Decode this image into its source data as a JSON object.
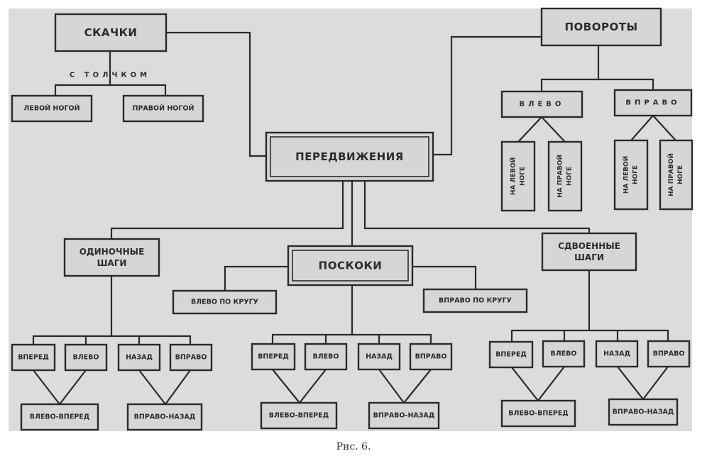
{
  "figure": {
    "caption": "Рис.  6.",
    "colors": {
      "paper": "#dcdcdc",
      "ink": "#2a2a2a",
      "box_fill": "#d6d6d6"
    }
  },
  "nodes": {
    "root": {
      "label": "ПЕРЕДВИЖЕНИЯ"
    },
    "skachki": {
      "label": "СКАЧКИ"
    },
    "s_tolchkom": {
      "label": "С ТОЛЧКОМ"
    },
    "levoy_nogoy": {
      "label": "ЛЕВОЙ НОГОЙ"
    },
    "pravoy_nogoy": {
      "label": "ПРАВОЙ НОГОЙ"
    },
    "povoroty": {
      "label": "ПОВОРОТЫ"
    },
    "pov_vlevo": {
      "label": "ВЛЕВО"
    },
    "pov_vpravo": {
      "label": "ВПРАВО"
    },
    "vlevo_na_levoy": {
      "label": [
        "НА ЛЕВОЙ",
        "НОГЕ"
      ]
    },
    "vlevo_na_pravoy": {
      "label": [
        "НА ПРАВОЙ",
        "НОГЕ"
      ]
    },
    "vpravo_na_levoy": {
      "label": [
        "НА ЛЕВОЙ",
        "НОГЕ"
      ]
    },
    "vpravo_na_pravoy": {
      "label": [
        "НА ПРАВОЙ",
        "НОГЕ"
      ]
    },
    "odinochnye": {
      "label": [
        "ОДИНОЧНЫЕ",
        "ШАГИ"
      ]
    },
    "poskoki": {
      "label": "ПОСКОКИ"
    },
    "sdvoennye": {
      "label": [
        "СДВОЕННЫЕ",
        "ШАГИ"
      ]
    },
    "vlevo_po_krugu": {
      "label": "ВЛЕВО ПО КРУГУ"
    },
    "vpravo_po_krugu": {
      "label": "ВПРАВО ПО КРУГУ"
    },
    "o_vpered": {
      "label": "ВПЕРЕД"
    },
    "o_vlevo": {
      "label": "ВЛЕВО"
    },
    "o_nazad": {
      "label": "НАЗАД"
    },
    "o_vpravo": {
      "label": "ВПРАВО"
    },
    "o_vlevo_vpered": {
      "label": "ВЛЕВО-ВПЕРЕД"
    },
    "o_vpravo_nazad": {
      "label": "ВПРАВО-НАЗАД"
    },
    "p_vpered": {
      "label": "ВПЕРЕД"
    },
    "p_vlevo": {
      "label": "ВЛЕВО"
    },
    "p_nazad": {
      "label": "НАЗАД"
    },
    "p_vpravo": {
      "label": "ВПРАВО"
    },
    "p_vlevo_vpered": {
      "label": "ВЛЕВО-ВПЕРЕД"
    },
    "p_vpravo_nazad": {
      "label": "ВПРАВО-НАЗАД"
    },
    "s_vpered": {
      "label": "ВПЕРЕД"
    },
    "s_vlevo": {
      "label": "ВЛЕВО"
    },
    "s_nazad": {
      "label": "НАЗАД"
    },
    "s_vpravo": {
      "label": "ВПРАВО"
    },
    "s_vlevo_vpered": {
      "label": "ВЛЕВО-ВПЕРЕД"
    },
    "s_vpravo_nazad": {
      "label": "ВПРАВО-НАЗАД"
    }
  },
  "edges": [
    [
      "root",
      "skachki"
    ],
    [
      "root",
      "povoroty"
    ],
    [
      "root",
      "odinochnye"
    ],
    [
      "root",
      "poskoki"
    ],
    [
      "root",
      "sdvoennye"
    ],
    [
      "skachki",
      "levoy_nogoy"
    ],
    [
      "skachki",
      "pravoy_nogoy"
    ],
    [
      "povoroty",
      "pov_vlevo"
    ],
    [
      "povoroty",
      "pov_vpravo"
    ],
    [
      "pov_vlevo",
      "vlevo_na_levoy"
    ],
    [
      "pov_vlevo",
      "vlevo_na_pravoy"
    ],
    [
      "pov_vpravo",
      "vpravo_na_levoy"
    ],
    [
      "pov_vpravo",
      "vpravo_na_pravoy"
    ],
    [
      "poskoki",
      "vlevo_po_krugu"
    ],
    [
      "poskoki",
      "vpravo_po_krugu"
    ],
    [
      "odinochnye",
      "o_vpered"
    ],
    [
      "odinochnye",
      "o_vlevo"
    ],
    [
      "odinochnye",
      "o_nazad"
    ],
    [
      "odinochnye",
      "o_vpravo"
    ],
    [
      "o_vpered",
      "o_vlevo_vpered"
    ],
    [
      "o_vlevo",
      "o_vlevo_vpered"
    ],
    [
      "o_nazad",
      "o_vpravo_nazad"
    ],
    [
      "o_vpravo",
      "o_vpravo_nazad"
    ],
    [
      "poskoki",
      "p_vpered"
    ],
    [
      "poskoki",
      "p_vlevo"
    ],
    [
      "poskoki",
      "p_nazad"
    ],
    [
      "poskoki",
      "p_vpravo"
    ],
    [
      "p_vpered",
      "p_vlevo_vpered"
    ],
    [
      "p_vlevo",
      "p_vlevo_vpered"
    ],
    [
      "p_nazad",
      "p_vpravo_nazad"
    ],
    [
      "p_vpravo",
      "p_vpravo_nazad"
    ],
    [
      "sdvoennye",
      "s_vpered"
    ],
    [
      "sdvoennye",
      "s_vlevo"
    ],
    [
      "sdvoennye",
      "s_nazad"
    ],
    [
      "sdvoennye",
      "s_vpravo"
    ],
    [
      "s_vpered",
      "s_vlevo_vpered"
    ],
    [
      "s_vlevo",
      "s_vlevo_vpered"
    ],
    [
      "s_nazad",
      "s_vpravo_nazad"
    ],
    [
      "s_vpravo",
      "s_vpravo_nazad"
    ]
  ]
}
